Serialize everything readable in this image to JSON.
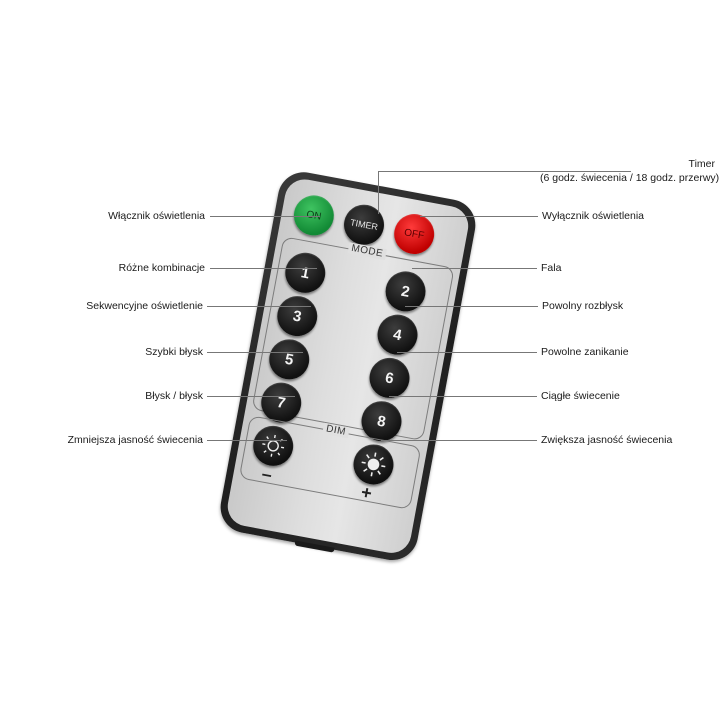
{
  "remote": {
    "buttons": {
      "on": "ON",
      "timer": "TIMER",
      "off": "OFF",
      "n1": "1",
      "n2": "2",
      "n3": "3",
      "n4": "4",
      "n5": "5",
      "n6": "6",
      "n7": "7",
      "n8": "8"
    },
    "mode_title": "MODE",
    "dim_title": "DIM",
    "minus": "–",
    "plus": "+",
    "colors": {
      "on": "#1fa84a",
      "off": "#e01515",
      "body": "#262626",
      "face": "#dcdcdc"
    }
  },
  "labels": {
    "timer_line1": "Timer",
    "timer_line2": "(6 godz. świecenia / 18 godz. przerwy)",
    "on": "Włącznik oświetlenia",
    "off": "Wyłącznik oświetlenia",
    "b1": "Różne kombinacje",
    "b2": "Fala",
    "b3": "Sekwencyjne oświetlenie",
    "b4": "Powolny rozbłysk",
    "b5": "Szybki błysk",
    "b6": "Powolne zanikanie",
    "b7": "Błysk / błysk",
    "b8": "Ciągłe świecenie",
    "dim_minus": "Zmniejsza jasność świecenia",
    "dim_plus": "Zwiększa jasność świecenia"
  }
}
